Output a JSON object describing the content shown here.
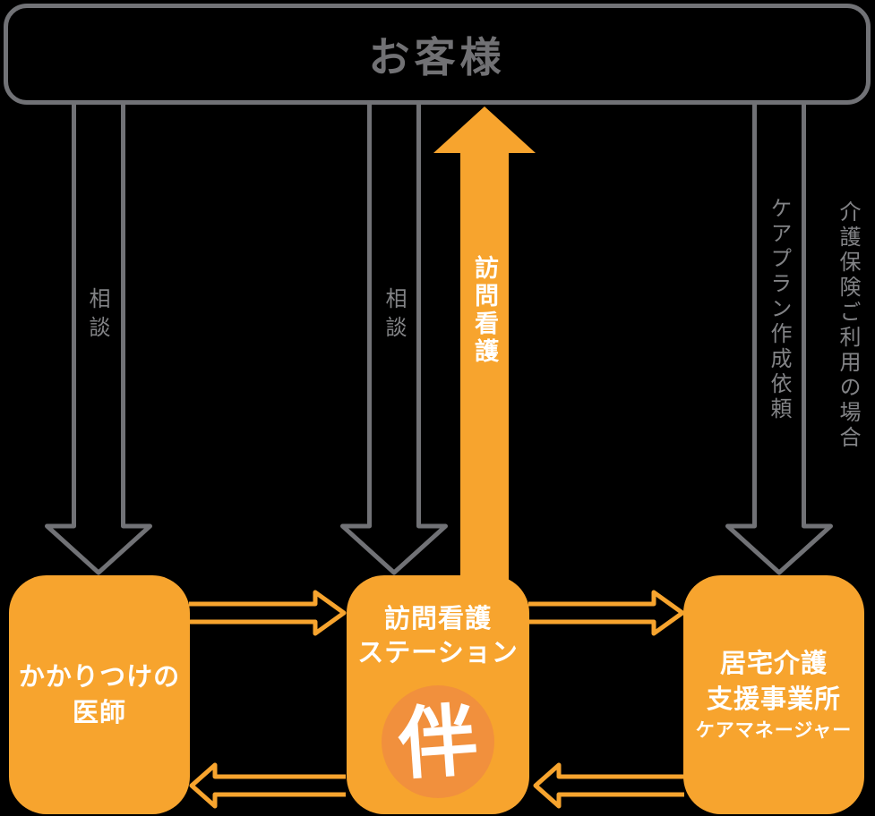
{
  "top_box": {
    "label": "お客様"
  },
  "flow_labels": {
    "consult_left": "相談",
    "consult_middle": "相談",
    "visit_nursing": "訪問看護",
    "care_plan_request": "ケアプラン作成依頼",
    "insurance_case_note": "介護保険ご利用の場合"
  },
  "boxes": {
    "doctor": {
      "line1": "かかりつけの",
      "line2": "医師"
    },
    "station": {
      "line1": "訪問看護",
      "line2": "ステーション",
      "logo_char": "伴"
    },
    "care_office": {
      "line1": "居宅介護",
      "line2": "支援事業所",
      "subtitle": "ケアマネージャー"
    }
  },
  "colors": {
    "background": "#000000",
    "orange_primary": "#F7A42E",
    "orange_logo_circle": "#F1903D",
    "gray_outline": "#717276",
    "gray_label": "#828386",
    "white_text": "#FFFFFF"
  }
}
